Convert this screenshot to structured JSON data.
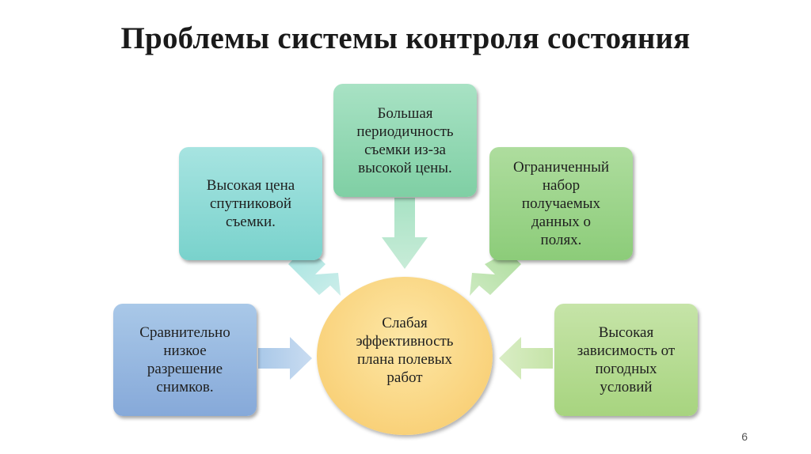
{
  "slide": {
    "title": "Проблемы системы контроля состояния",
    "page_number": "6"
  },
  "diagram": {
    "center": "Слабая\nэффективность\nплана полевых\nработ",
    "boxes": {
      "left": "Сравнительно\nнизкое\nразрешение\nснимков.",
      "upper_left": "Высокая цена\nспутниковой\nсъемки.",
      "top": "Большая\nпериодичность\nсъемки из-за\nвысокой цены.",
      "upper_right": "Ограниченный\nнабор\nполучаемых\nданных о\nполях.",
      "right": "Высокая\nзависимость от\nпогодных\nусловий"
    },
    "colors": {
      "left": "#93b4de",
      "upper_left": "#8ed9d3",
      "top": "#92d8b2",
      "upper_right": "#9dd48a",
      "right": "#b6dc92",
      "center": "#f9d27b",
      "arrow_left": "#a9c8e8",
      "arrow_upper_left": "#a7e4e1",
      "arrow_top": "#a8e2c4",
      "arrow_upper_right": "#aedd9e",
      "arrow_right": "#c6e4a8"
    }
  }
}
